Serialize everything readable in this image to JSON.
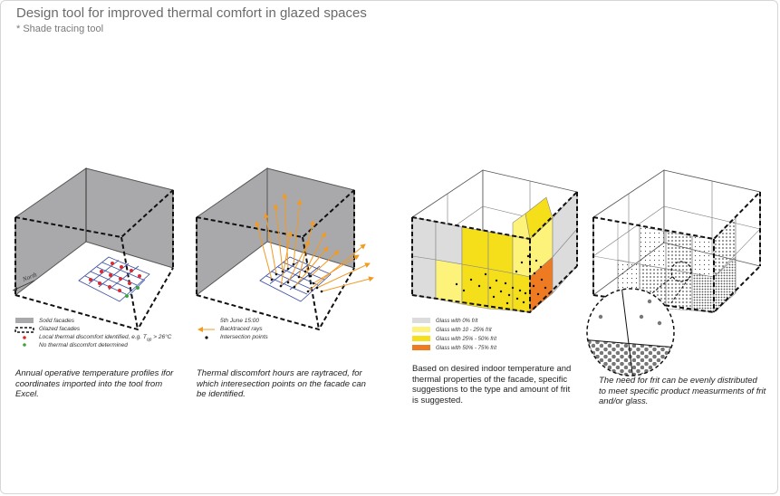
{
  "header": {
    "title": "Design tool for improved thermal comfort in glazed spaces",
    "subtitle": "* Shade tracing tool"
  },
  "panel1": {
    "north_label": "North",
    "legend": [
      {
        "label": "Solid facades"
      },
      {
        "label": "Glazed facades"
      },
      {
        "label": "Local thermal discomfort identified, e.g. T",
        "subscript": "op",
        "suffix": " > 26°C"
      },
      {
        "label": "No thermal discomfort determined"
      }
    ],
    "caption": "Annual operative temperature profiles ifor coordinates imported into the tool from Excel."
  },
  "panel2": {
    "legend": [
      {
        "label": "5th June 15:00"
      },
      {
        "label": "Backtraced rays"
      },
      {
        "label": "Intersection points"
      }
    ],
    "caption": "Thermal discomfort hours are raytraced, for which interesection points on the facade can be identified."
  },
  "panel3": {
    "legend": [
      {
        "label": "Glass with 0% frit"
      },
      {
        "label": "Glass with 10 - 25% frit"
      },
      {
        "label": "Glass with 25% - 50% frit"
      },
      {
        "label": "Glass with 50% - 75% frit"
      }
    ],
    "caption": "Based on desired indoor temperature and thermal properties of the facade, specific suggestions to the type and amount of frit is suggested."
  },
  "panel4": {
    "caption": "The need for frit can be evenly distributed to meet specific product measurments of frit and/or glass."
  },
  "colors": {
    "solid_facade": "#a9a9ab",
    "grid_blue": "#3b4fa0",
    "discomfort_red": "#e0282e",
    "comfort_green": "#3aa63f",
    "ray_orange": "#f39a22",
    "frit_0": "#dcdcdd",
    "frit_10_25": "#fdf27a",
    "frit_25_50": "#f4df1a",
    "frit_50_75": "#ee7a22"
  }
}
